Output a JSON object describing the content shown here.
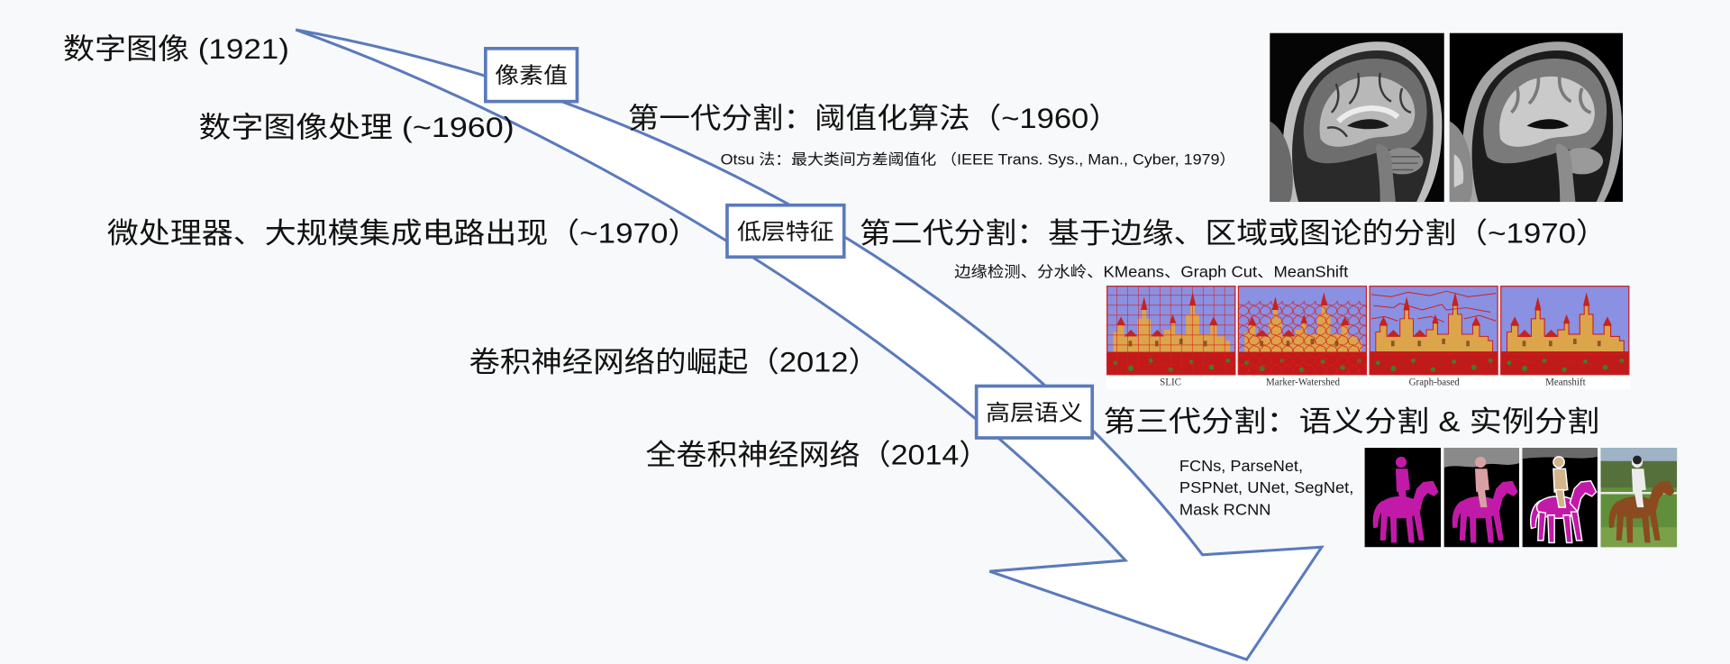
{
  "timeline": {
    "milestones": [
      {
        "label": "数字图像 (1921)"
      },
      {
        "label": "数字图像处理 (~1960)"
      },
      {
        "label": "微处理器、大规模集成电路出现（~1970）"
      },
      {
        "label": "卷积神经网络的崛起（2012）"
      },
      {
        "label": "全卷积神经网络（2014）"
      }
    ],
    "feature_levels": [
      "像素值",
      "低层特征",
      "高层语义"
    ]
  },
  "generations": [
    {
      "title": "第一代分割：阈值化算法（~1960）",
      "detail": "Otsu 法：最大类间方差阈值化 （IEEE Trans. Sys., Man., Cyber, 1979）"
    },
    {
      "title": "第二代分割：基于边缘、区域或图论的分割（~1970）",
      "detail": "边缘检测、分水岭、KMeans、Graph Cut、MeanShift",
      "example_captions": [
        "SLIC",
        "Marker-Watershed",
        "Graph-based",
        "Meanshift"
      ]
    },
    {
      "title": "第三代分割：语义分割 & 实例分割",
      "detail_lines": [
        "FCNs, ParseNet,",
        "PSPNet, UNet, SegNet,",
        "Mask RCNN"
      ]
    }
  ],
  "colors": {
    "background": "#f8f9fa",
    "arrow_stroke": "#5b7abd",
    "arrow_fill": "#ffffff",
    "text": "#111111",
    "segment_magenta": "#c21aa8",
    "castle_boundary": "#cc1f1f"
  }
}
